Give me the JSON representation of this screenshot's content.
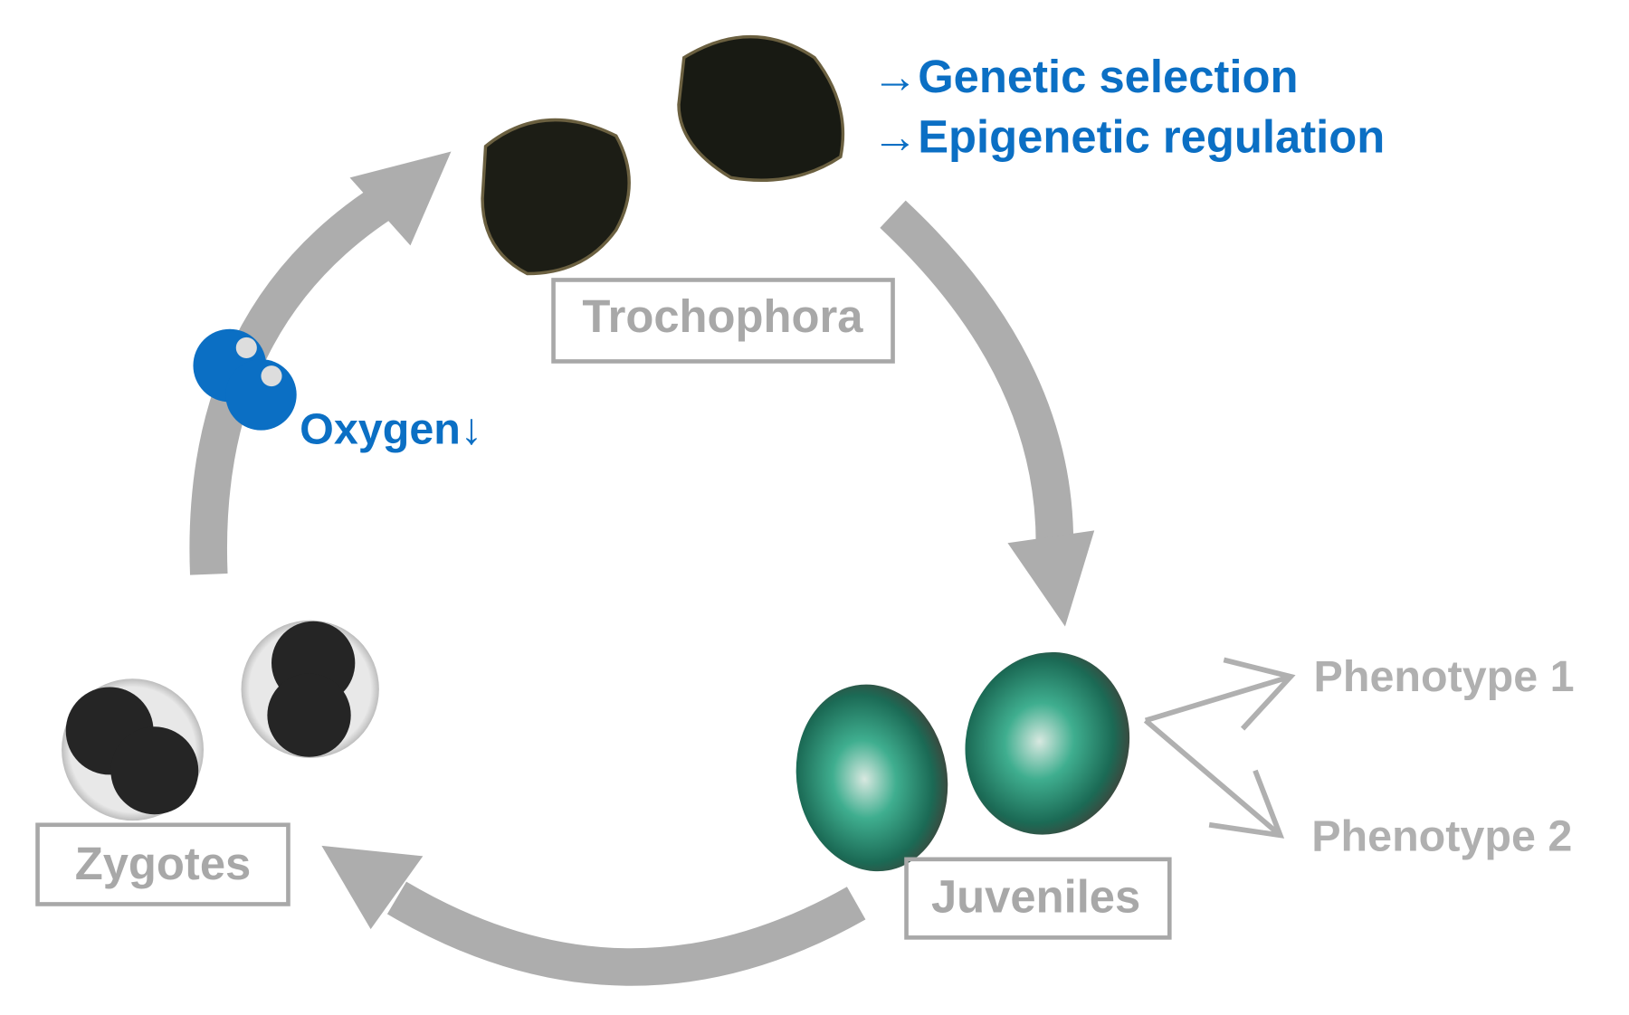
{
  "stages": {
    "trochophora": "Trochophora",
    "zygotes": "Zygotes",
    "juveniles": "Juveniles"
  },
  "annotations": {
    "genetic_selection": "→Genetic selection",
    "epigenetic_regulation": "→Epigenetic regulation",
    "oxygen": "Oxygen↓"
  },
  "phenotypes": [
    "Phenotype 1",
    "Phenotype 2"
  ],
  "colors": {
    "accent_blue": "#0b6fc4",
    "arrow_gray": "#adadad",
    "label_gray": "#a8a8a8"
  }
}
